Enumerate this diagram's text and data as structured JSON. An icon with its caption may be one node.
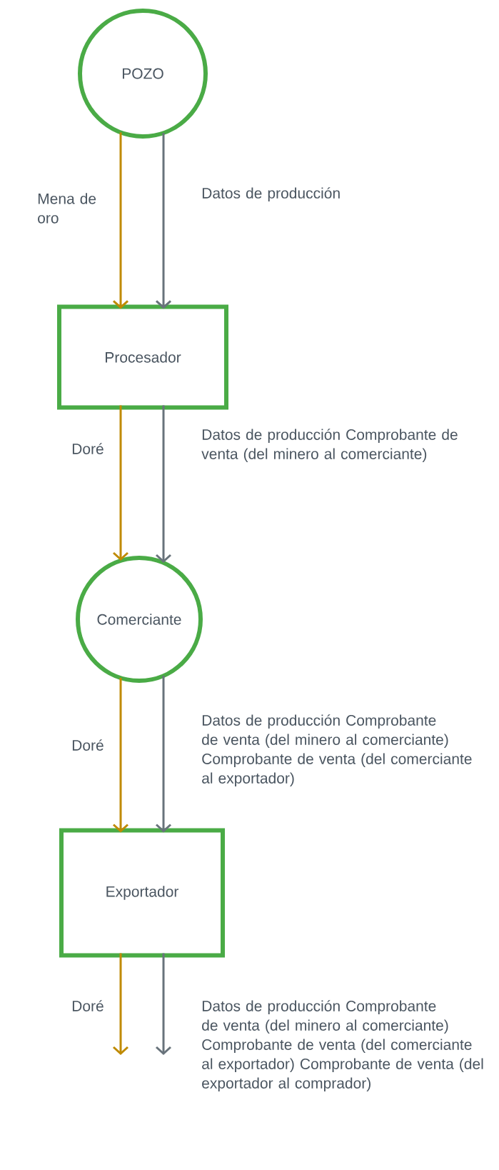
{
  "diagram": {
    "nodes": [
      {
        "text": [
          "POZO"
        ]
      },
      {
        "text": [
          "Procesador"
        ]
      },
      {
        "text": [
          "Comerciante"
        ]
      },
      {
        "text": [
          "Exportador"
        ]
      }
    ],
    "edges": [
      {
        "from": 0,
        "to": 1,
        "arrow": "to",
        "color": "#bf8a00",
        "label": "Mena de oro"
      },
      {
        "from": 0,
        "to": 1,
        "arrow": "to",
        "color": "#68737b",
        "label": "Datos de producción"
      },
      {
        "from": 1,
        "to": 2,
        "arrow": "to",
        "color": "#bf8a00",
        "label": "Doré"
      },
      {
        "from": 1,
        "to": 2,
        "arrow": "to",
        "color": "#68737b",
        "label": "Datos de producción Comprobante de venta (del minero al comerciante)"
      },
      {
        "from": 2,
        "to": 3,
        "arrow": "to",
        "color": "#bf8a00",
        "label": "Doré"
      },
      {
        "from": 2,
        "to": 3,
        "arrow": "to",
        "color": "#68737b",
        "label": "Datos de producción Comprobante de venta (del minero al comerciante) Comprobante de venta (del comerciante al exportador)"
      },
      {
        "from": 3,
        "to": null,
        "arrow": "to",
        "color": "#bf8a00",
        "label": "Doré"
      },
      {
        "from": 3,
        "to": null,
        "arrow": "to",
        "color": "#68737b",
        "label": "Datos de producción Comprobante de venta (del minero al comerciante) Comprobante de venta (del comerciante al exportador) Comprobante de venta (del exportador al comprador)"
      }
    ]
  }
}
